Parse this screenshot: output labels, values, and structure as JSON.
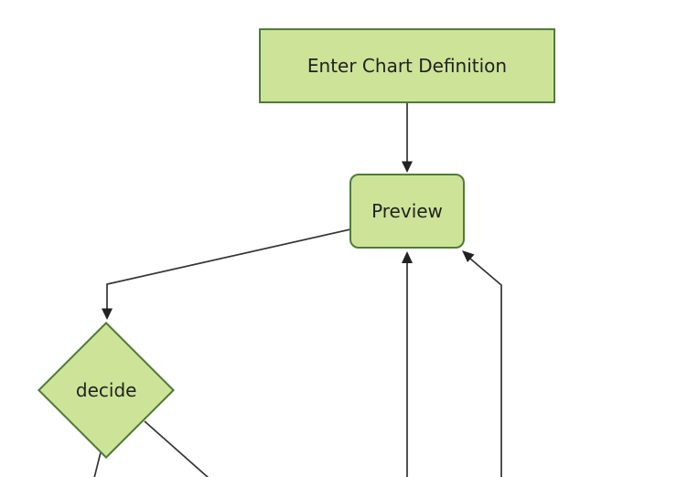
{
  "diagram": {
    "type": "flowchart",
    "background": "#ffffff",
    "colors": {
      "node_fill": "#cde498",
      "node_border": "#4f7b38",
      "edge_line": "#333333",
      "arrowhead": "#222222",
      "label_text": "#222222"
    },
    "nodes": [
      {
        "id": "A",
        "label": "Enter Chart Definition",
        "shape": "rectangle"
      },
      {
        "id": "B",
        "label": "Preview",
        "shape": "rounded-rectangle"
      },
      {
        "id": "C",
        "label": "decide",
        "shape": "diamond"
      }
    ],
    "edges": [
      {
        "from": "Enter Chart Definition",
        "to": "Preview",
        "arrow": true
      },
      {
        "from": "Preview",
        "to": "decide",
        "arrow": true
      },
      {
        "from": "decide",
        "to": "offscreen-bottom-left",
        "arrow": false,
        "note": "cut off at bottom edge"
      },
      {
        "from": "decide",
        "to": "offscreen-bottom-right",
        "arrow": false,
        "note": "cut off at bottom edge"
      },
      {
        "from": "offscreen-bottom-center",
        "to": "Preview",
        "arrow": true
      },
      {
        "from": "offscreen-bottom-right",
        "to": "Preview",
        "arrow": true
      }
    ]
  }
}
